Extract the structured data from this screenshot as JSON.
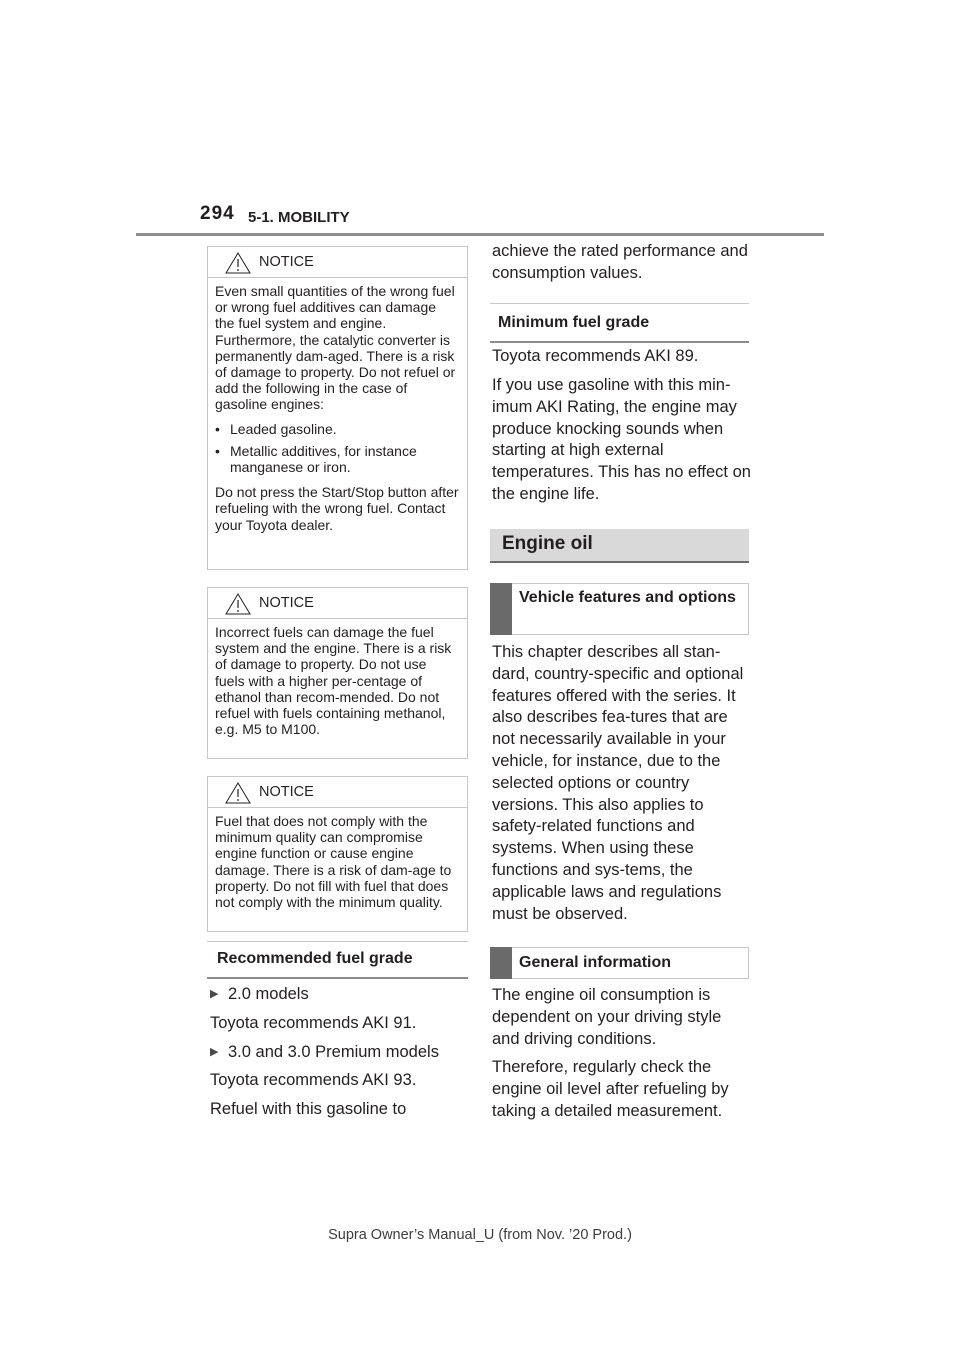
{
  "header": {
    "page_number": "294",
    "section": "5-1. MOBILITY"
  },
  "notices": [
    {
      "label": "NOTICE",
      "paragraphs": [
        "Even small quantities of the wrong fuel or wrong fuel additives can damage the fuel system and engine. Furthermore, the catalytic converter is permanently dam-aged. There is a risk of damage to property. Do not refuel or add the following in the case of gasoline engines:"
      ],
      "bullets": [
        "Leaded gasoline.",
        "Metallic additives, for instance manganese or iron."
      ],
      "closing": "Do not press the Start/Stop button after refueling with the wrong fuel. Contact your Toyota dealer."
    },
    {
      "label": "NOTICE",
      "text": "Incorrect fuels can damage the fuel system and the engine. There is a risk of damage to property. Do not use fuels with a higher per-centage of ethanol than recom-mended. Do not refuel with fuels containing methanol, e.g. M5 to M100."
    },
    {
      "label": "NOTICE",
      "text": "Fuel that does not comply with the minimum quality can compromise engine function or cause engine damage. There is a risk of dam-age to property. Do not fill with fuel that does not comply with the minimum quality."
    }
  ],
  "recommended": {
    "heading": "Recommended fuel grade",
    "item1": "2.0 models",
    "text1": "Toyota recommends AKI 91.",
    "item2": "3.0 and 3.0 Premium models",
    "text2": "Toyota recommends AKI 93.",
    "text3": "Refuel with this gasoline to"
  },
  "right": {
    "continued": "achieve the rated performance and consumption values.",
    "min_heading": "Minimum fuel grade",
    "min_text1": "Toyota recommends AKI 89.",
    "min_text2": "If you use gasoline with this min-imum AKI Rating, the engine may produce knocking sounds when starting at high external temperatures. This has no effect on the engine life.",
    "engine_oil": "Engine oil",
    "vehicle_heading": "Vehicle features and options",
    "vehicle_text": "This chapter describes all stan-dard, country-specific and optional features offered with the series. It also describes fea-tures that are not necessarily available in your vehicle, for instance, due to the selected options or country versions. This also applies to safety-related functions and systems. When using these functions and sys-tems, the applicable laws and regulations must be observed.",
    "general_heading": "General information",
    "general_text1": "The engine oil consumption is dependent on your driving style and driving conditions.",
    "general_text2": "Therefore, regularly check the engine oil level after refueling by taking a detailed measurement."
  },
  "footer": "Supra Owner’s Manual_U (from Nov. ’20 Prod.)",
  "colors": {
    "bar": "#6a6a6a",
    "heading_bg": "#d9d9d9",
    "rule": "#8f8f8f"
  }
}
